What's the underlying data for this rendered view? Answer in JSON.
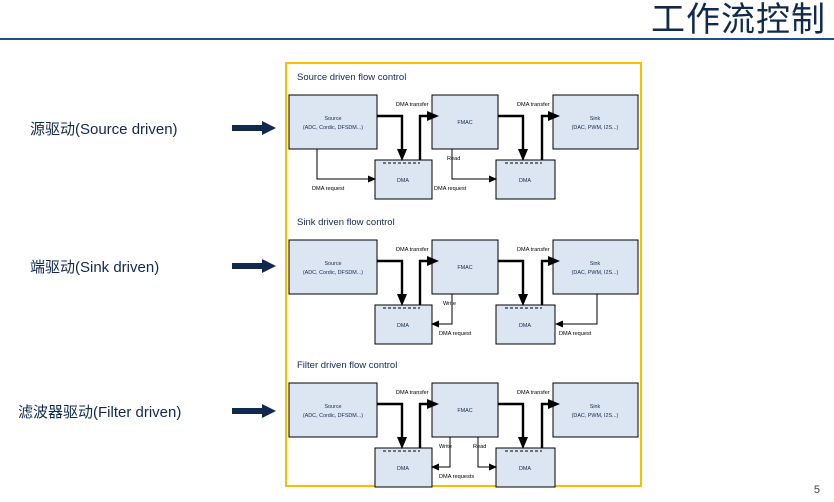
{
  "slide": {
    "title": "工作流控制",
    "page_number": "5",
    "accent_rule_color": "#1f4e8c",
    "title_color": "#11294d",
    "frame_color": "#f5c000",
    "box_fill_color": "#dce6f2"
  },
  "row_labels": [
    {
      "text": "源驱动(Source driven)",
      "arrow_icon": "right-arrow-icon"
    },
    {
      "text": "端驱动(Sink driven)",
      "arrow_icon": "right-arrow-icon"
    },
    {
      "text": "滤波器驱动(Filter driven)",
      "arrow_icon": "right-arrow-icon"
    }
  ],
  "blocks": [
    {
      "title": "Source driven flow control",
      "nodes": {
        "source_line1": "Source",
        "source_line2": "(ADC, Cordic, DFSDM...)",
        "fmac": "FMAC",
        "sink_line1": "Sink",
        "sink_line2": "(DAC, PWM, I2S...)",
        "dma_left": "DMA",
        "dma_right": "DMA"
      },
      "edges": {
        "transfer_left": "DMA transfer",
        "transfer_right": "DMA transfer",
        "request_left": "DMA request",
        "request_right": "DMA request",
        "mid_label": "Read"
      }
    },
    {
      "title": "Sink driven flow control",
      "nodes": {
        "source_line1": "Source",
        "source_line2": "(ADC, Cordic, DFSDM...)",
        "fmac": "FMAC",
        "sink_line1": "Sink",
        "sink_line2": "(DAC, PWM, I2S...)",
        "dma_left": "DMA",
        "dma_right": "DMA"
      },
      "edges": {
        "transfer_left": "DMA transfer",
        "transfer_right": "DMA transfer",
        "request_left": "DMA request",
        "request_right": "DMA request",
        "mid_label": "Write"
      }
    },
    {
      "title": "Filter driven flow control",
      "nodes": {
        "source_line1": "Source",
        "source_line2": "(ADC, Cordic, DFSDM...)",
        "fmac": "FMAC",
        "sink_line1": "Sink",
        "sink_line2": "(DAC, PWM, I2S...)",
        "dma_left": "DMA",
        "dma_right": "DMA"
      },
      "edges": {
        "transfer_left": "DMA transfer",
        "transfer_right": "DMA transfer",
        "requests": "DMA requests",
        "write_label": "Write",
        "read_label": "Read"
      }
    }
  ]
}
